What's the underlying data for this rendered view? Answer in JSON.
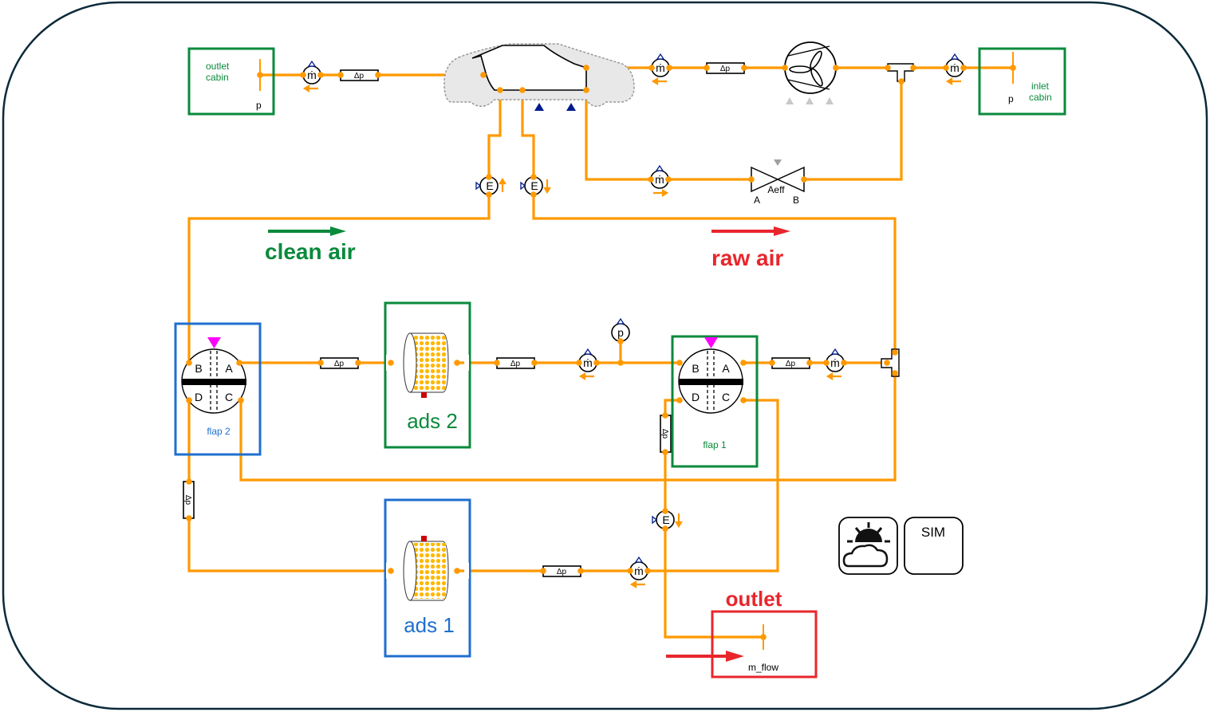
{
  "diagram": {
    "title": "Cabin air adsorption filter system",
    "colors": {
      "pipe": "#FF9900",
      "green": "#0A8A3C",
      "blue": "#1F6FCF",
      "red": "#E8262C",
      "frame": "#0B2A3A",
      "flap_marker": "#FF00FF",
      "sensor_arrow": "#001C8C",
      "adsorber_heater": "#CC0000",
      "adsorber_pellets": "#FFB800"
    },
    "boundaries": {
      "outlet_cabin": {
        "line1": "outlet",
        "line2": "cabin",
        "port": "p"
      },
      "inlet_cabin": {
        "line1": "inlet",
        "line2": "cabin",
        "port": "p"
      },
      "outlet": {
        "title": "outlet",
        "port": "m_flow"
      }
    },
    "components": {
      "pressure_drop_label": "Δp",
      "mass_flow_label": "ṁ",
      "energy_sensor_label": "E",
      "pressure_sensor_label": "p",
      "valve": {
        "label": "Aeff",
        "port_a": "A",
        "port_b": "B"
      },
      "flap_ports": {
        "a": "A",
        "b": "B",
        "c": "C",
        "d": "D"
      },
      "flap1": "flap 1",
      "flap2": "flap 2",
      "ads1": "ads 1",
      "ads2": "ads 2"
    },
    "legend": {
      "clean_air": "clean air",
      "raw_air": "raw air"
    },
    "controls": {
      "weather_icon": "sun-cloud-icon",
      "sim_label": "SIM"
    }
  }
}
